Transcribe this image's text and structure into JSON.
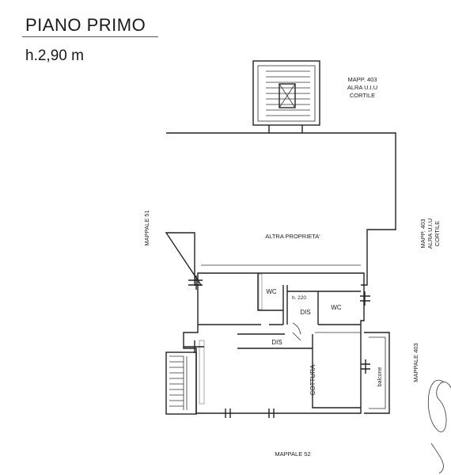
{
  "header": {
    "title": "PIANO PRIMO",
    "height": "h.2,90 m"
  },
  "labels": {
    "mapp_403_top_line1": "MAPP. 403",
    "mapp_403_top_line2": "ALRA U.I.U",
    "mapp_403_top_line3": "CORTILE",
    "mappale_51": "MAPPALE 51",
    "altra_proprieta": "ALTRA PROPRIETA'",
    "mapp_403_right_line1": "MAPP. 403",
    "mapp_403_right_line2": "ALRA U.I.U",
    "mapp_403_right_line3": "CORTILE",
    "wc_left": "WC",
    "h_220": "h. 220",
    "dis_small": "DIS",
    "wc_right": "WC",
    "dis_main": "DIS",
    "cottura": "COTTURA",
    "balcone": "balcone",
    "mappale_403": "MAPPALE 403",
    "mappale_52": "MAPPALE 52"
  }
}
